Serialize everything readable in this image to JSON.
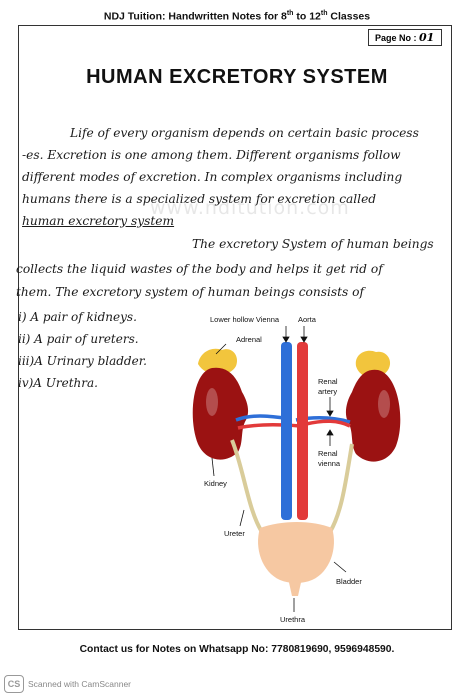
{
  "header": {
    "text_prefix": "NDJ Tuition: Handwritten Notes for 8",
    "sup1": "th",
    "text_mid": " to 12",
    "sup2": "th",
    "text_suffix": " Classes"
  },
  "page_no": {
    "label": "Page No :",
    "value": "01"
  },
  "title": "HUMAN EXCRETORY SYSTEM",
  "paragraph1": {
    "lines": [
      "Life of every organism depends on certain basic process",
      "-es. Excretion is one among them. Different organisms follow",
      "different modes of excretion. In complex organisms including",
      "humans there is a specialized system for excretion called"
    ],
    "underlined_tail": "human excretory system"
  },
  "paragraph2": {
    "lines": [
      "The excretory System of human beings",
      "collects the liquid wastes of the body and helps it get rid of",
      "them. The excretory system of human beings consists of"
    ]
  },
  "list": [
    "i) A  pair of kidneys.",
    "ii) A  pair of ureters.",
    "iii)A  Urinary bladder.",
    "iv)A  Urethra."
  ],
  "watermark": "www.nditution.com",
  "diagram": {
    "labels": {
      "vena": "Lower hollow Vienna",
      "aorta": "Aorta",
      "adrenal": "Adrenal",
      "renal_artery": "Renal artery",
      "renal_vienna": "Renal vienna",
      "kidney": "Kidney",
      "ureter": "Ureter",
      "bladder": "Bladder",
      "urethra": "Urethra"
    },
    "colors": {
      "kidney": "#9b1212",
      "adrenal": "#f2c53d",
      "vein": "#2e6fd8",
      "artery": "#e23a3a",
      "bladder": "#f6c8a2"
    }
  },
  "footer": "Contact us for Notes on Whatsapp No: 7780819690, 9596948590.",
  "scanner": {
    "logo": "CS",
    "text": "Scanned with CamScanner"
  }
}
